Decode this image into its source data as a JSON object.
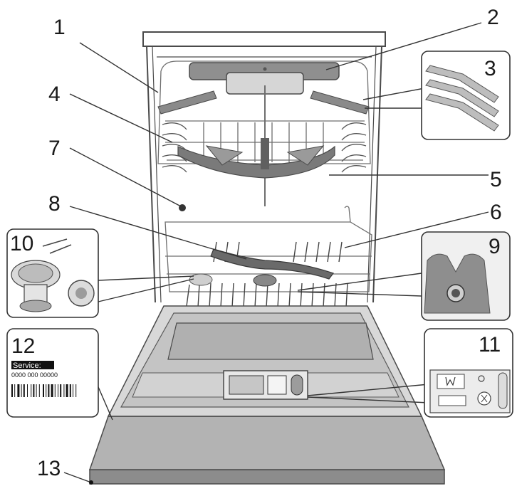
{
  "callouts": [
    {
      "id": "1",
      "label": "1"
    },
    {
      "id": "2",
      "label": "2"
    },
    {
      "id": "3",
      "label": "3"
    },
    {
      "id": "4",
      "label": "4"
    },
    {
      "id": "5",
      "label": "5"
    },
    {
      "id": "6",
      "label": "6"
    },
    {
      "id": "7",
      "label": "7"
    },
    {
      "id": "8",
      "label": "8"
    },
    {
      "id": "9",
      "label": "9"
    },
    {
      "id": "10",
      "label": "10"
    },
    {
      "id": "11",
      "label": "11"
    },
    {
      "id": "12",
      "label": "12"
    },
    {
      "id": "13",
      "label": "13"
    }
  ],
  "rating_label": {
    "service_title": "Service:",
    "service_number": "0000 000 00000"
  },
  "colors": {
    "line": "#4a4a4a",
    "rack": "#6e6e6e",
    "panel_grey": "#b3b3b3",
    "base_grey": "#8c8c8c",
    "inset_bg": "#f0f0f0"
  }
}
